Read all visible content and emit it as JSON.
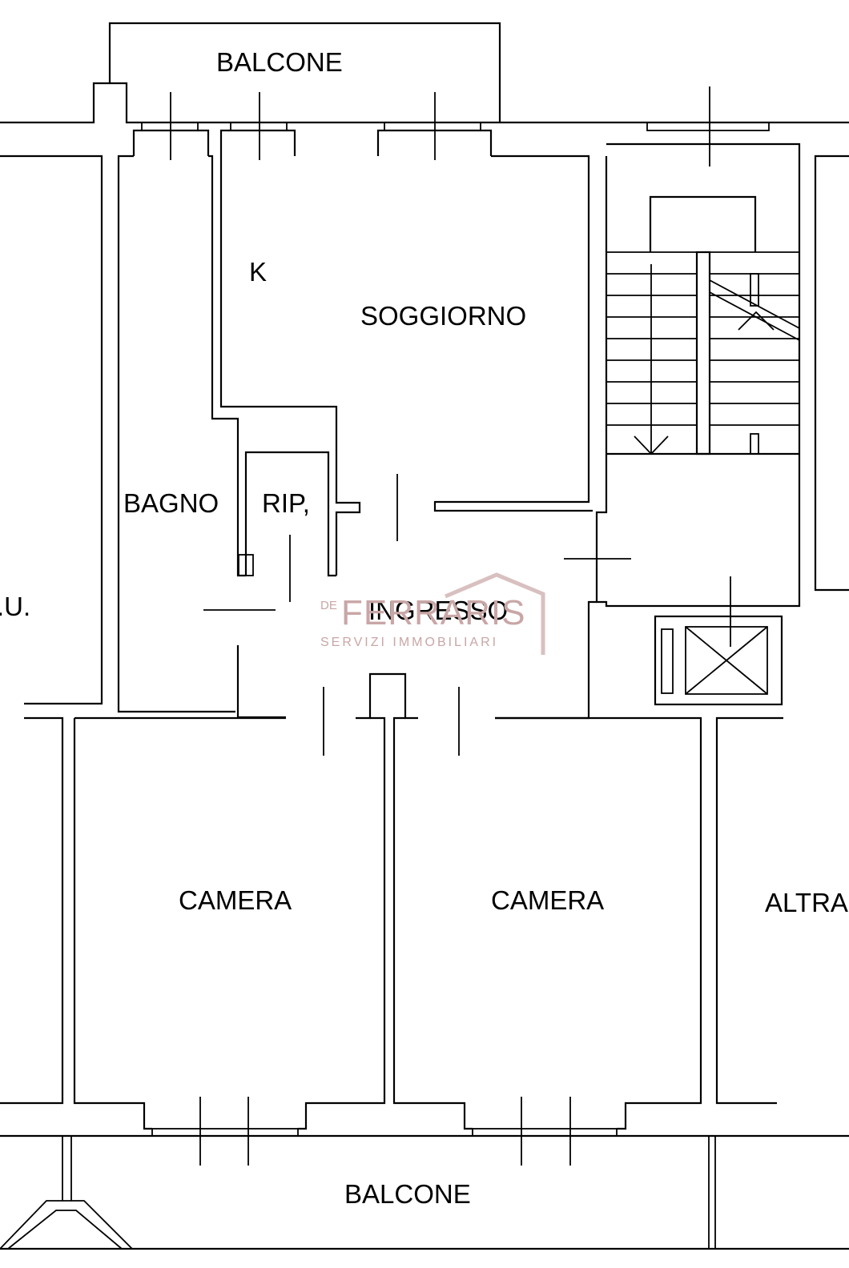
{
  "rooms": {
    "balcone_top": "BALCONE",
    "k": "K",
    "soggiorno": "SOGGIORNO",
    "bagno": "BAGNO",
    "rip": "RIP,",
    "ingresso": "INGRESSO",
    "camera_left": "CAMERA",
    "camera_right": "CAMERA",
    "balcone_bottom": "BALCONE",
    "altra_cut": "ALTRA",
    "left_cut": ".U."
  },
  "watermark": {
    "logo_letters": "DE",
    "brand": "FERRARIS",
    "tagline": "SERVIZI IMMOBILIARI",
    "color": "#c9a6a6"
  },
  "colors": {
    "line": "#000000",
    "background": "#ffffff"
  }
}
